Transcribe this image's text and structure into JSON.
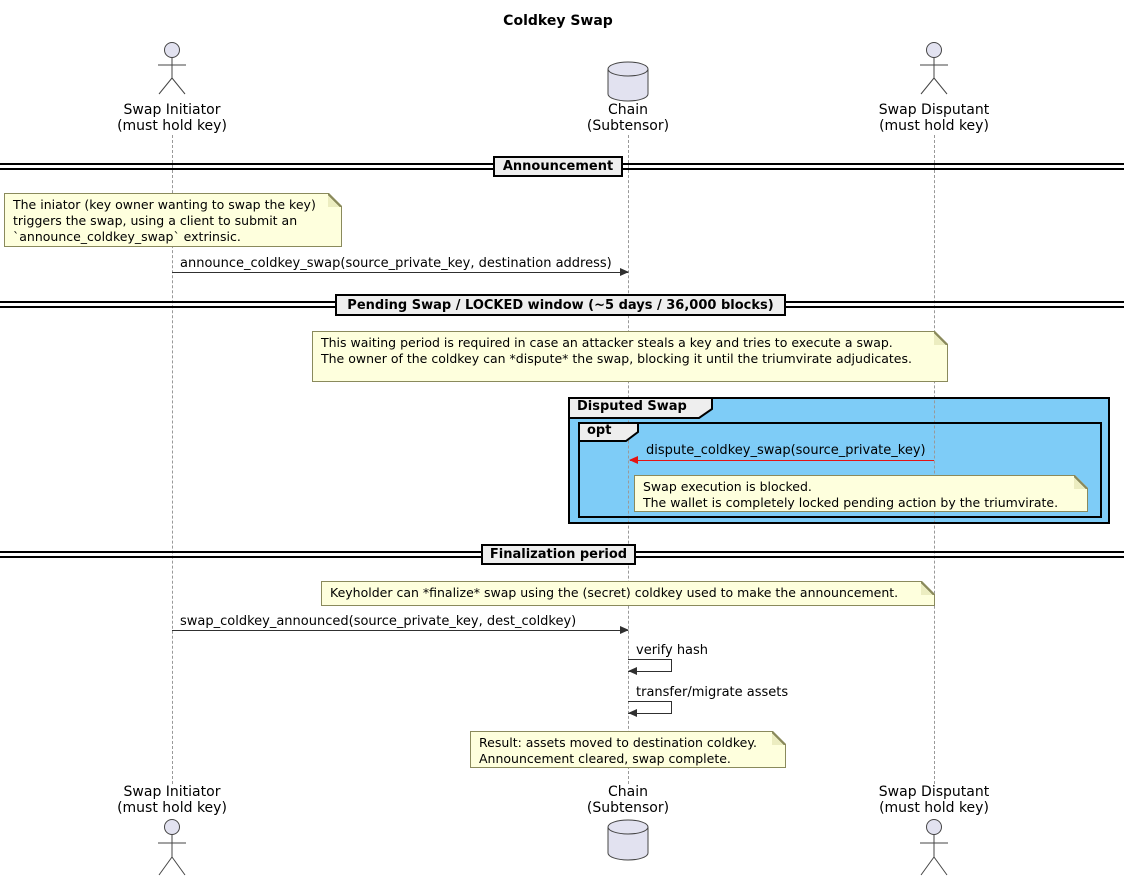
{
  "title": "Coldkey Swap",
  "participants": {
    "initiator": {
      "name": "Swap Initiator",
      "subtitle": "(must hold key)",
      "icon": "actor-icon"
    },
    "chain": {
      "name": "Chain",
      "subtitle": "(Subtensor)",
      "icon": "database-icon"
    },
    "disputant": {
      "name": "Swap Disputant",
      "subtitle": "(must hold key)",
      "icon": "actor-icon"
    }
  },
  "dividers": {
    "announcement": "Announcement",
    "pending_swap": "Pending Swap / LOCKED window (~5 days / 36,000 blocks)",
    "finalization": "Finalization period"
  },
  "group": {
    "title": "Disputed Swap",
    "operator": "opt"
  },
  "messages": {
    "announce": "announce_coldkey_swap(source_private_key, destination address)",
    "dispute": "dispute_coldkey_swap(source_private_key)",
    "finalize": "swap_coldkey_announced(source_private_key, dest_coldkey)",
    "verify_hash": "verify hash",
    "transfer": "transfer/migrate assets"
  },
  "notes": {
    "announce": "The iniator (key owner wanting to swap the key)\ntriggers the swap, using a client to submit an\n`announce_coldkey_swap` extrinsic.",
    "waiting": "This waiting period is required in case an attacker steals a key and tries to execute a swap.\nThe owner of the coldkey can *dispute* the swap, blocking it until the triumvirate adjudicates.",
    "blocked": "Swap execution is blocked.\nThe wallet is completely locked pending action by the triumvirate.",
    "finalize": "Keyholder can *finalize* swap using the (secret) coldkey used to make the announcement.",
    "result": "Result: assets moved to destination coldkey.\nAnnouncement cleared, swap complete."
  },
  "colors": {
    "note_background": "#FEFFDD",
    "note_border": "#8A8A5C",
    "group_background": "#7ECCF7",
    "fragment_label_background": "#EEEEEE",
    "divider_background": "#EEEEEE",
    "participant_fill": "#E2E2F0",
    "arrow": "#303030",
    "dispute_arrow": "#E41313",
    "lifeline": "#999999"
  }
}
